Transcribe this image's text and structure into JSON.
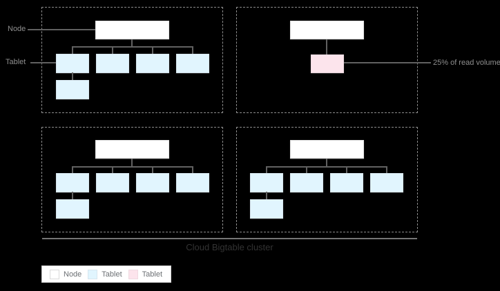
{
  "labels": {
    "node_pointer": "Node",
    "tablet_pointer": "Tablet",
    "read_volume_annotation": "25% of read volume"
  },
  "cluster": {
    "title": "Cloud Bigtable cluster"
  },
  "legend": {
    "items": [
      {
        "label": "Node",
        "color": "#FFFFFF"
      },
      {
        "label": "Tablet",
        "color": "#E1F5FE"
      },
      {
        "label": "Tablet",
        "color": "#FCE4EC"
      }
    ]
  },
  "colors": {
    "background": "#000000",
    "node_fill": "#FFFFFF",
    "tablet_fill": "#E1F5FE",
    "hot_tablet_fill": "#FCE4EC",
    "connector": "#616161",
    "dashed_border": "#8E8E8E",
    "rule": "#757575"
  },
  "diagram": {
    "quadrants": [
      {
        "id": "top-left",
        "nodes": 1,
        "blue_tablets": 5,
        "pink_tablets": 0
      },
      {
        "id": "top-right",
        "nodes": 1,
        "blue_tablets": 0,
        "pink_tablets": 1,
        "annotation": "25% of read volume"
      },
      {
        "id": "bottom-left",
        "nodes": 1,
        "blue_tablets": 5,
        "pink_tablets": 0
      },
      {
        "id": "bottom-right",
        "nodes": 1,
        "blue_tablets": 5,
        "pink_tablets": 0
      }
    ]
  }
}
